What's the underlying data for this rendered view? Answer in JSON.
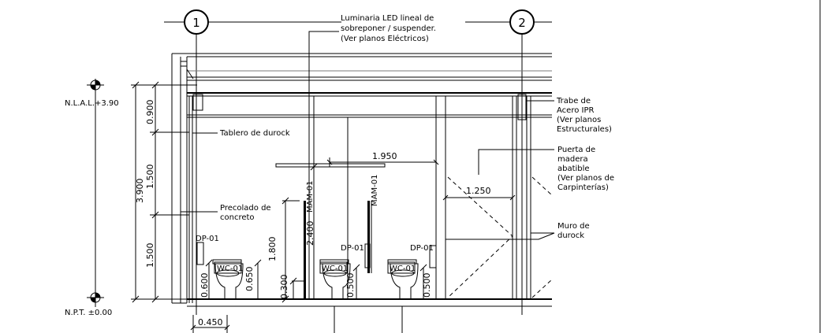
{
  "grid_axes": {
    "axis_1": "1",
    "axis_2": "2"
  },
  "levels": {
    "top": "N.L.A.L.+3.90",
    "bottom": "N.P.T. ±0.00"
  },
  "dimensions": {
    "total_height": "3.900",
    "seg_top": "0.900",
    "seg_mid": "1.500",
    "seg_bottom": "1.500",
    "width_1950": "1.950",
    "width_1250": "1.250",
    "h_2400": "2.400",
    "h_1800": "1.800",
    "h_0300": "0.300",
    "h_0600": "0.600",
    "h_0650": "0.650",
    "h_0500_a": "0.500",
    "h_0500_b": "0.500",
    "w_0450": "0.450"
  },
  "tags": {
    "dp_left": "DP-01",
    "dp_mid": "DP-01",
    "dp_right": "DP-01",
    "wc_1": "WC-01",
    "wc_2": "WC-01",
    "wc_3": "WC-01",
    "mam_1": "MAM-01",
    "mam_2": "MAM-01"
  },
  "notes": {
    "luminaria": [
      "Luminaria LED lineal de",
      "sobreponer / suspender.",
      "(Ver planos Eléctricos)"
    ],
    "trabe": [
      "Trabe de",
      "Acero IPR",
      "(Ver planos",
      "Estructurales)"
    ],
    "tablero": [
      "Tablero de durock"
    ],
    "puerta": [
      "Puerta de",
      "madera",
      "abatible",
      "(Ver planos de",
      "Carpinterías)"
    ],
    "precolado": [
      "Precolado de",
      "concreto"
    ],
    "muro": [
      "Muro de",
      "durock"
    ]
  }
}
